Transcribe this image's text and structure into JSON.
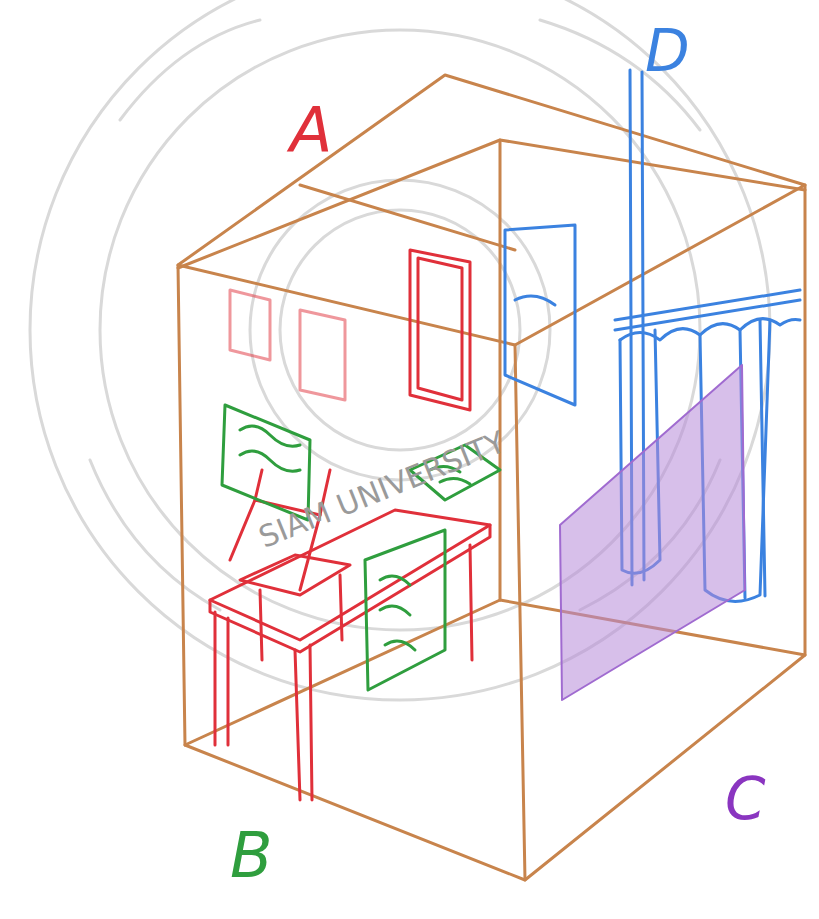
{
  "diagram": {
    "labels": [
      "A",
      "D",
      "B",
      "C",
      "SIAM UNIVERSITY"
    ]
  }
}
